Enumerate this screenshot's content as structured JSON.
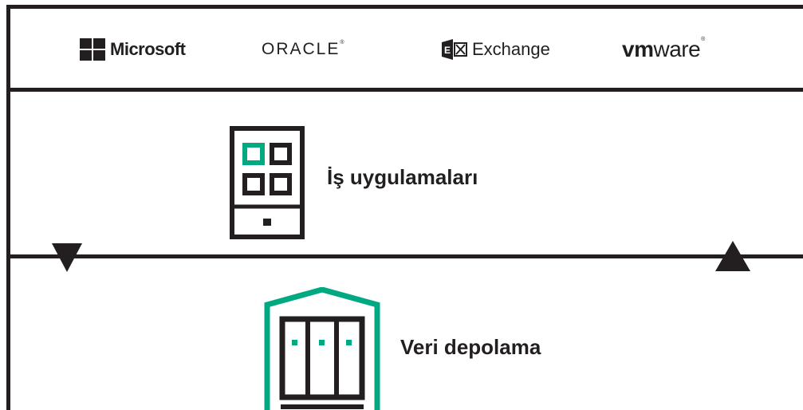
{
  "vendors": {
    "microsoft": "Microsoft",
    "oracle": "ORACLE",
    "exchange": "Exchange",
    "vmware_bold": "vm",
    "vmware_regular": "ware"
  },
  "layers": {
    "applications": {
      "label": "İş uygulamaları",
      "icon": "app-grid-icon"
    },
    "storage": {
      "label": "Veri depolama",
      "icon": "storage-array-icon"
    }
  },
  "colors": {
    "ink": "#231f20",
    "accent": "#01a982"
  }
}
